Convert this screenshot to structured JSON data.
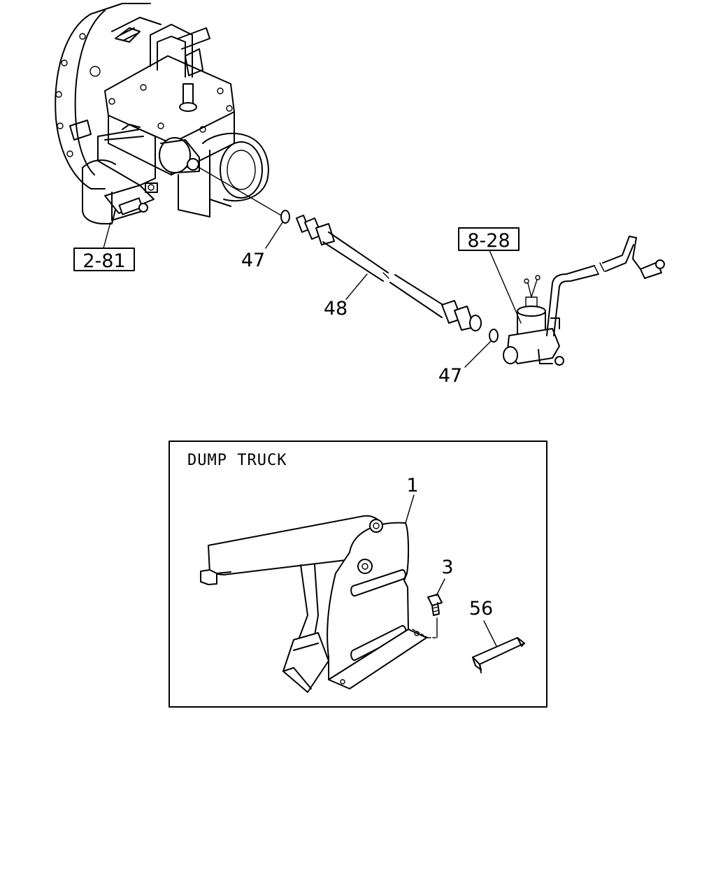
{
  "references": {
    "transmission": "2-81",
    "valve": "8-28"
  },
  "callouts": {
    "o_ring_upper": "47",
    "hose": "48",
    "o_ring_lower": "47",
    "bracket": "1",
    "bolt": "3",
    "clip": "56"
  },
  "inset": {
    "title": "DUMP TRUCK"
  }
}
